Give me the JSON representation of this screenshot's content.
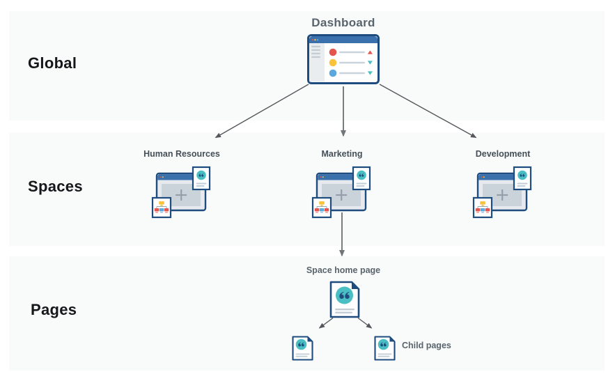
{
  "colors": {
    "navy": "#1f4c7e",
    "blue": "#3a71ad",
    "teal": "#4abfc3",
    "red": "#e4564d",
    "yellow": "#f9c33c",
    "lightblue": "#5ba8dc",
    "band": "#f9fbfa",
    "arrow": "#54585c",
    "arrow-light": "#717679",
    "row-line": "#c9d3dc",
    "card-line": "#c2cdd6",
    "window-body": "#e6eaee",
    "window-inner": "#cbd3da",
    "sidebar": "#e9edf0",
    "sidebar-line": "#c4ccd3",
    "plus": "#93a0ac",
    "connector": "#9aa6b2",
    "heading-text": "#15181b",
    "space-label-text": "#454f57",
    "caption-text": "#5a646d"
  },
  "rows": {
    "global": {
      "label": "Global"
    },
    "spaces": {
      "label": "Spaces"
    },
    "pages": {
      "label": "Pages"
    }
  },
  "dashboard": {
    "label": "Dashboard",
    "icon": "dashboard-browser-window-icon"
  },
  "spaces": {
    "icon": "space-browser-window-icon",
    "items": [
      {
        "label": "Human Resources"
      },
      {
        "label": "Marketing"
      },
      {
        "label": "Development"
      }
    ]
  },
  "pages": {
    "home_label": "Space home page",
    "child_label": "Child pages",
    "icon": "quote-document-icon"
  },
  "edges": [
    {
      "from": "dashboard",
      "to": "space-human-resources"
    },
    {
      "from": "dashboard",
      "to": "space-marketing"
    },
    {
      "from": "dashboard",
      "to": "space-development"
    },
    {
      "from": "space-marketing",
      "to": "space-home-page"
    },
    {
      "from": "space-home-page",
      "to": "child-page-1"
    },
    {
      "from": "space-home-page",
      "to": "child-page-2"
    }
  ]
}
